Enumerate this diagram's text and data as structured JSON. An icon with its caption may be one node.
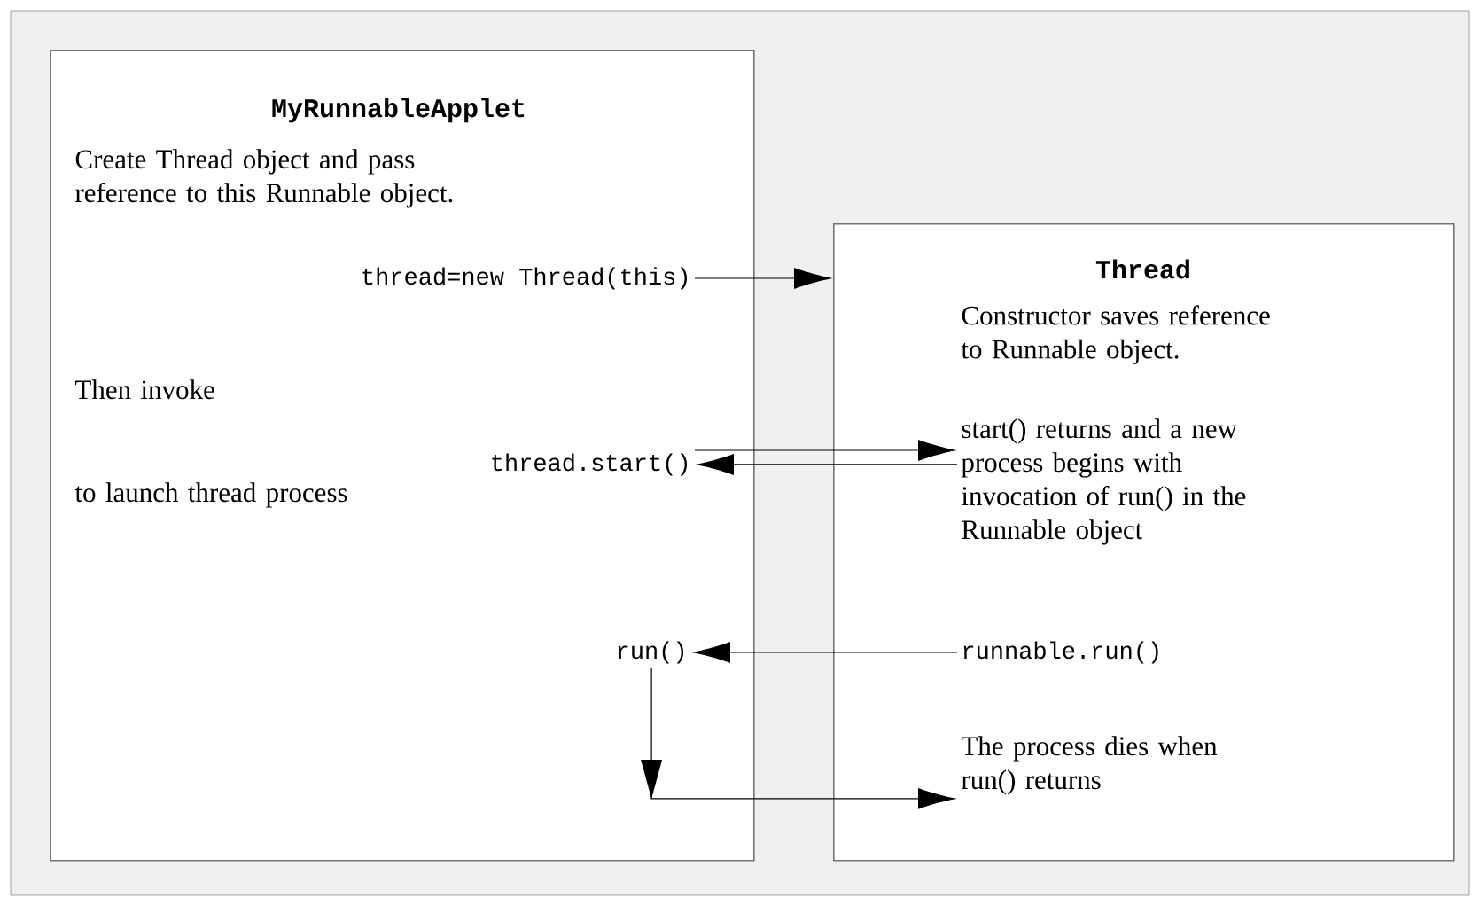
{
  "diagram": {
    "nodes": [
      {
        "text": [
          "MyRunnableApplet",
          "Create Thread object and pass reference to this Runnable object.",
          "Then invoke",
          "to launch thread process"
        ]
      },
      {
        "text": [
          "Thread",
          "Constructor saves reference to Runnable object."
        ]
      },
      {
        "text": [
          "thread=new Thread(this)"
        ],
        "in": 0
      },
      {
        "text": [
          "thread.start()"
        ],
        "in": 0
      },
      {
        "text": [
          "run()"
        ],
        "in": 0
      },
      {
        "text": [
          "start() returns and a new process begins with invocation of run() in the Runnable object"
        ],
        "in": 1
      },
      {
        "text": [
          "runnable.run()"
        ],
        "in": 1
      },
      {
        "text": [
          "The process dies when run() returns"
        ],
        "in": 1
      }
    ],
    "edges": [
      {
        "from": 2,
        "to": 1,
        "arrow": "to"
      },
      {
        "from": 3,
        "to": 5,
        "arrow": "to"
      },
      {
        "from": 5,
        "to": 3,
        "arrow": "to"
      },
      {
        "from": 6,
        "to": 4,
        "arrow": "to"
      },
      {
        "from": 4,
        "to": 7,
        "arrow": "to"
      }
    ]
  }
}
